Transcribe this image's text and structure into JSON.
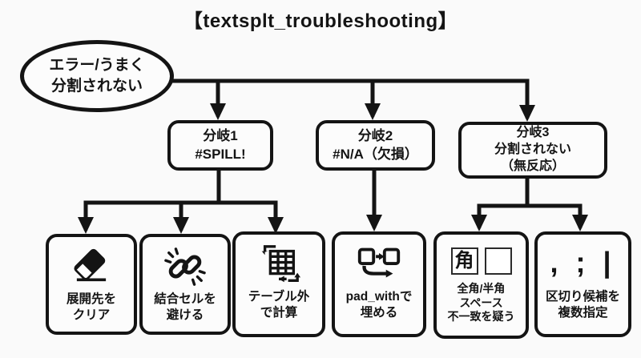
{
  "title": "【textsplt_troubleshooting】",
  "colors": {
    "ink": "#141414",
    "background": "#fafafa"
  },
  "root": {
    "lines": [
      "エラー/うまく",
      "分割されない"
    ]
  },
  "branches": [
    {
      "lines": [
        "分岐1",
        "#SPILL!"
      ]
    },
    {
      "lines": [
        "分岐2",
        "#N/A（欠損）"
      ]
    },
    {
      "lines": [
        "分岐3",
        "分割されない",
        "（無反応）"
      ]
    }
  ],
  "solutions": [
    {
      "icon": "eraser-icon",
      "lines": [
        "展開先を",
        "クリア"
      ]
    },
    {
      "icon": "chain-link-icon",
      "lines": [
        "結合セルを",
        "避ける"
      ]
    },
    {
      "icon": "table-recalc-icon",
      "lines": [
        "テーブル外",
        "で計算"
      ]
    },
    {
      "icon": "pad-cells-icon",
      "lines": [
        "pad_withで",
        "埋める"
      ]
    },
    {
      "icon": "fullwidth-halfwidth-icon",
      "glyph": "角",
      "lines": [
        "全角/半角",
        "スペース",
        "不一致を疑う"
      ]
    },
    {
      "icon": "delimiter-candidates-icon",
      "glyph": ", ; |",
      "lines": [
        "区切り候補を",
        "複数指定"
      ]
    }
  ]
}
